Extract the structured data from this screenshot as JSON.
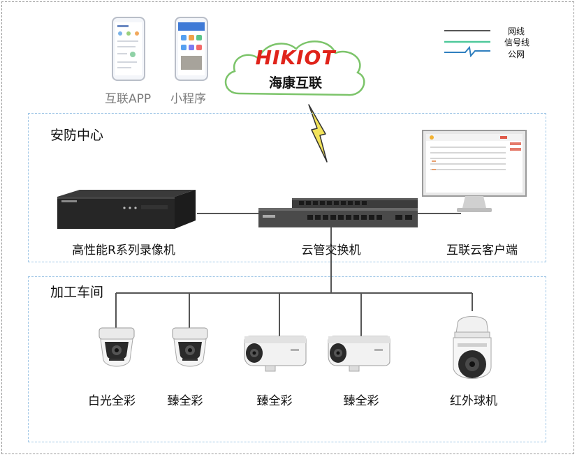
{
  "cloud": {
    "brand": "HIKIOT",
    "name": "海康互联"
  },
  "apps": [
    {
      "label": "互联APP"
    },
    {
      "label": "小程序"
    }
  ],
  "legend": [
    {
      "label": "网线",
      "color": "#555555"
    },
    {
      "label": "信号线",
      "color": "#4fc99a"
    },
    {
      "label": "公网",
      "color": "#2f7fbf"
    }
  ],
  "zones": {
    "security_center": {
      "title": "安防中心"
    },
    "workshop": {
      "title": "加工车间"
    }
  },
  "devices": {
    "nvr": {
      "label": "高性能R系列录像机"
    },
    "switch": {
      "label": "云管交换机"
    },
    "client": {
      "label": "互联云客户端"
    },
    "cam1": {
      "label": "白光全彩"
    },
    "cam2": {
      "label": "臻全彩"
    },
    "cam3": {
      "label": "臻全彩"
    },
    "cam4": {
      "label": "臻全彩"
    },
    "cam5": {
      "label": "红外球机"
    }
  },
  "colors": {
    "zone_border": "#9fc6e6",
    "cloud_border": "#7cc46a",
    "brand_red": "#e0231a",
    "brand_blue": "#1f5fbf",
    "lightning": "#f2e35a"
  }
}
